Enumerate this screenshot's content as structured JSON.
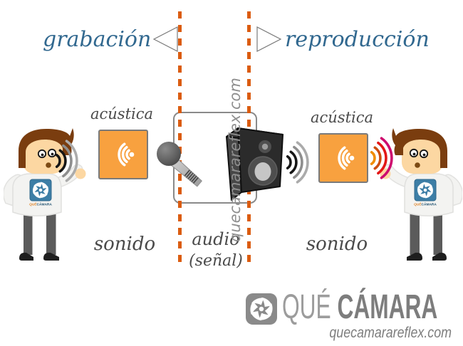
{
  "diagram": {
    "title_left": "grabación",
    "title_right": "reproducción",
    "title_color": "#31688F",
    "divider_color": "#DB5C10"
  },
  "acoustic": {
    "label_left": "acústica",
    "label_right": "acústica",
    "box_color": "#F8A13F"
  },
  "bottom_labels": {
    "sound_left": "sonido",
    "audio": "audio",
    "signal": "(señal)",
    "sound_right": "sonido"
  },
  "watermark": {
    "text": "quecamarareflex.com",
    "color": "#8f8f8f"
  },
  "person": {
    "shirt_que": "QUÉ",
    "shirt_camara": "CÁMARA"
  },
  "waves": {
    "acoustic_colors": [
      "#161616",
      "#161616",
      "#8e8e8e",
      "#ababab"
    ],
    "perceived_colors": [
      "#F08C00",
      "#CC4E0E",
      "#E31717",
      "#CE0C6E"
    ]
  },
  "logo": {
    "que": "QUÉ",
    "camara": "CÁMARA",
    "domain": "quecamarareflex.com",
    "que_color": "#9c9c9c",
    "camara_color": "#7d7d7d"
  }
}
